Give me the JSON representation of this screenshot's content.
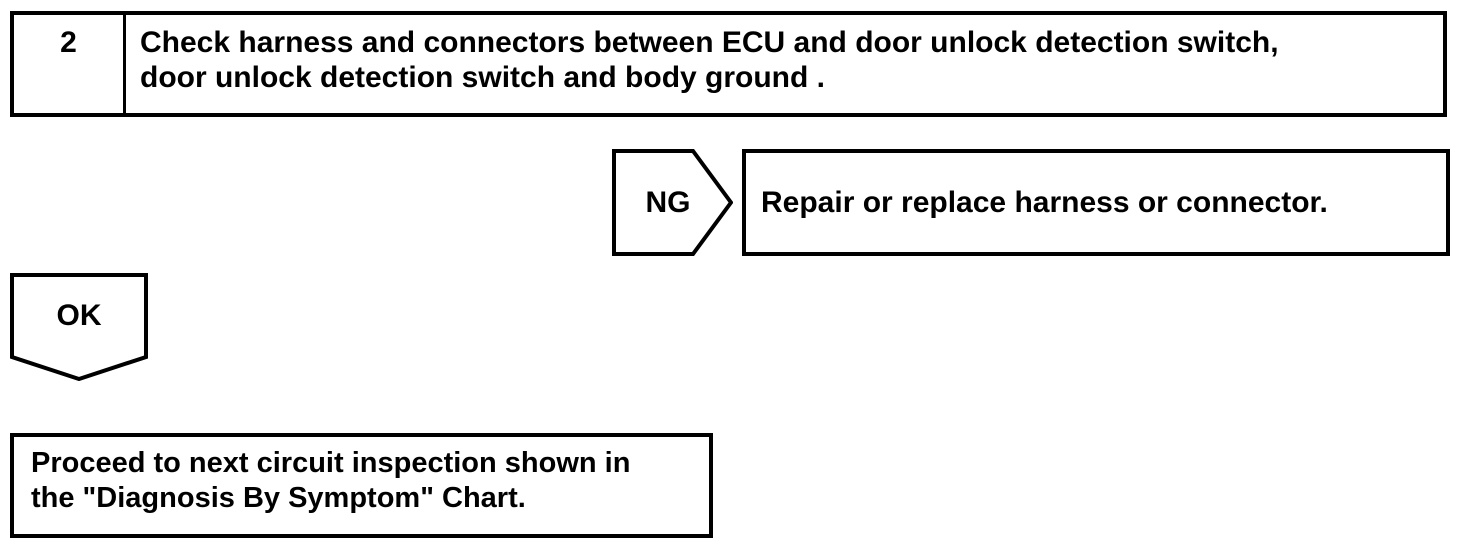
{
  "page": {
    "background_color": "#ffffff",
    "line_color": "#000000",
    "text_color": "#000000"
  },
  "step_box": {
    "number": "2",
    "instruction": "Check harness and connectors between ECU and door unlock detection switch, door unlock detection switch and body ground ."
  },
  "ng_branch": {
    "label": "NG",
    "action": "Repair or replace harness or connector."
  },
  "ok_branch": {
    "label": "OK",
    "action": "Proceed to next circuit inspection shown in the \"Diagnosis By Symptom\" Chart."
  }
}
